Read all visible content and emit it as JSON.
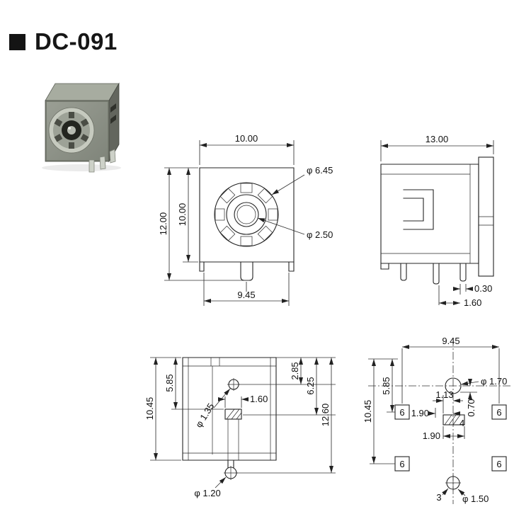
{
  "title": "DC-091",
  "views": {
    "front": {
      "dims": {
        "width_top": "10.00",
        "height_overall": "12.00",
        "height_body": "10.00",
        "width_bottom": "9.45"
      },
      "labels": {
        "outer_dia": "φ 6.45",
        "pin_dia": "φ 2.50"
      }
    },
    "side": {
      "dims": {
        "width_top": "13.00",
        "pin_offset": "0.30",
        "pin_pitch": "1.60"
      }
    },
    "section": {
      "dims": {
        "height_left": "10.45",
        "upper_left": "5.85",
        "slot_width": "1.60",
        "right_top": "2.85",
        "right_mid": "6.25",
        "right_overall": "12.60"
      },
      "labels": {
        "hole_top": "φ 1.35",
        "hole_bottom": "φ 1.20"
      }
    },
    "footprint": {
      "dims": {
        "width_top": "9.45",
        "height_left": "10.45",
        "upper_left": "5.85",
        "offset_a": "1.13",
        "offset_b": "1.90",
        "offset_c": "0.70",
        "slot_label": "4",
        "slot_width": "1.90",
        "pin_number": "3"
      },
      "labels": {
        "center_hole": "φ 1.70",
        "bottom_hole": "φ 1.50"
      },
      "pads": [
        "6",
        "6",
        "6",
        "6"
      ]
    }
  }
}
